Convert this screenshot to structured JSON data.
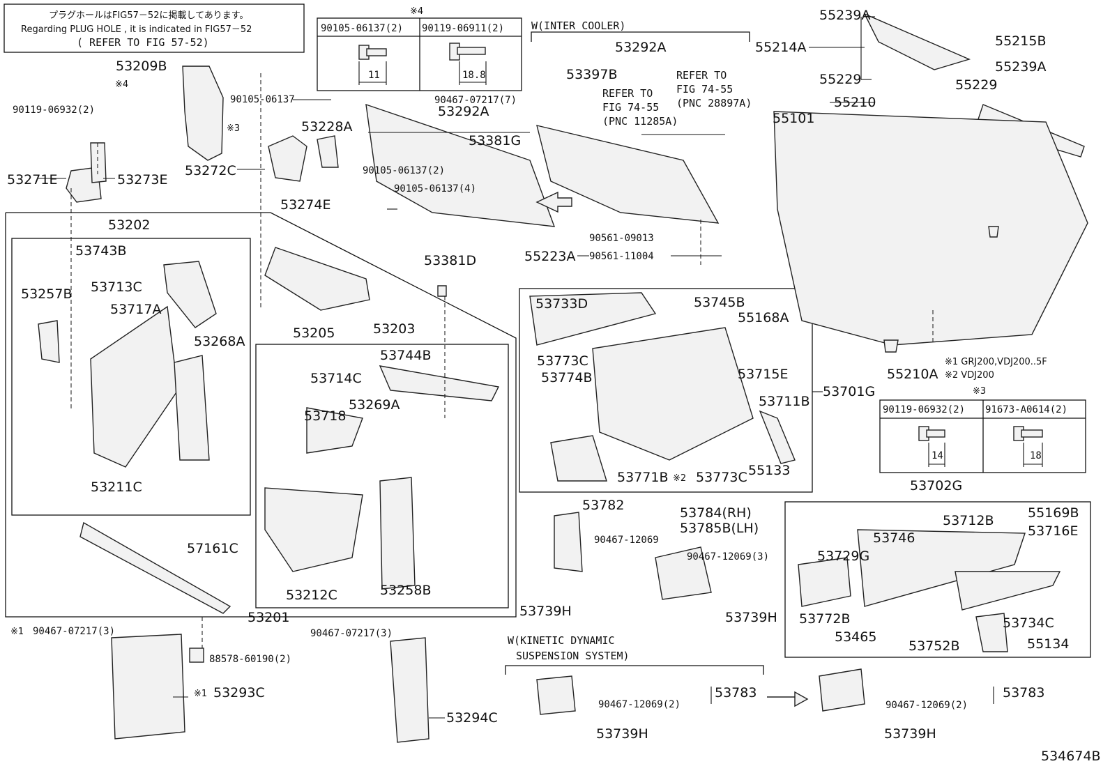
{
  "notes": {
    "plug_jp": "プラグホールはFIG57－52に掲載してあります。",
    "plug_en": "Regarding PLUG HOLE , it is indicated in FIG57－52",
    "refer": "( REFER TO FIG 57-52)",
    "ref1_a": "REFER TO",
    "ref1_b": "FIG 74-55",
    "ref1_c": "(PNC 11285A)",
    "ref2_a": "REFER TO",
    "ref2_b": "FIG 74-55",
    "ref2_c": "(PNC 28897A)",
    "inter_cooler": "W(INTER COOLER)",
    "kdss_1": "W(KINETIC DYNAMIC",
    "kdss_2": "SUSPENSION SYSTEM)",
    "fn1": "※1 GRJ200,VDJ200..5F",
    "fn2": "※2 VDJ200",
    "star3": "※3",
    "star4": "※4",
    "figure_id": "534674B"
  },
  "tables": {
    "t4": {
      "c1": "90105-06137(2)",
      "c2": "90119-06911(2)",
      "d1": "11",
      "d2": "18.8"
    },
    "t3": {
      "c1": "90119-06932(2)",
      "c2": "91673-A0614(2)",
      "d1": "14",
      "d2": "18"
    }
  },
  "labels": {
    "p53209B": "53209B",
    "p90119_06932": "90119-06932(2)",
    "star4b": "※4",
    "p53271E": "53271E",
    "p53273E": "53273E",
    "p90105_06137a": "90105-06137",
    "star3b": "※3",
    "p53228A": "53228A",
    "p53272C": "53272C",
    "p53274E": "53274E",
    "p90467_07217_7": "90467-07217(7)",
    "p53292A_top": "53292A",
    "p53381G": "53381G",
    "p53292A_mid": "53292A",
    "p53397B": "53397B",
    "p55239A_top": "55239A",
    "p55214A": "55214A",
    "p55229_top": "55229",
    "p55215B": "55215B",
    "p55239A_r": "55239A",
    "p55229_r": "55229",
    "p55210": "55210",
    "p55101": "55101",
    "p53202": "53202",
    "p53743B": "53743B",
    "p53713C": "53713C",
    "p53257B": "53257B",
    "p53717A": "53717A",
    "p53268A": "53268A",
    "p53211C": "53211C",
    "p90105_06137_2": "90105-06137(2)",
    "p90105_06137_4": "90105-06137(4)",
    "p53381D": "53381D",
    "p53205": "53205",
    "p53203": "53203",
    "p53744B": "53744B",
    "p53714C": "53714C",
    "p53269A": "53269A",
    "p53718": "53718",
    "p53212C": "53212C",
    "p53258B": "53258B",
    "p57161C": "57161C",
    "p53201": "53201",
    "p90561_09013": "90561-09013",
    "p90561_11004": "90561-11004",
    "p55223A": "55223A",
    "p53733D": "53733D",
    "p53745B": "53745B",
    "p55168A": "55168A",
    "p53773C_a": "53773C",
    "p53715E": "53715E",
    "p53774B": "53774B",
    "p53701G": "53701G",
    "p53711B": "53711B",
    "p53771B": "53771B",
    "star2": "※2",
    "p53773C_b": "53773C",
    "p55133": "55133",
    "p55210A": "55210A",
    "p53702G": "53702G",
    "p55169B": "55169B",
    "p53712B": "53712B",
    "p53716E": "53716E",
    "p53746": "53746",
    "p53729G": "53729G",
    "p53772B": "53772B",
    "p53734C": "53734C",
    "p53465": "53465",
    "p53752B": "53752B",
    "p55134": "55134",
    "p53782": "53782",
    "p90467_12069_a": "90467-12069",
    "p53739H_a": "53739H",
    "p53784": "53784(RH)",
    "p53785B": "53785B(LH)",
    "p90467_12069_3": "90467-12069(3)",
    "p53739H_b": "53739H",
    "star1a": "※1",
    "p90467_07217_3a": "90467-07217(3)",
    "p90467_07217_3b": "90467-07217(3)",
    "p88578": "88578-60190(2)",
    "star1b": "※1",
    "p53293C": "53293C",
    "p53294C": "53294C",
    "p90467_12069_2a": "90467-12069(2)",
    "p53783_a": "53783",
    "p53739H_c": "53739H",
    "p90467_12069_2b": "90467-12069(2)",
    "p53783_b": "53783",
    "p53739H_d": "53739H"
  }
}
